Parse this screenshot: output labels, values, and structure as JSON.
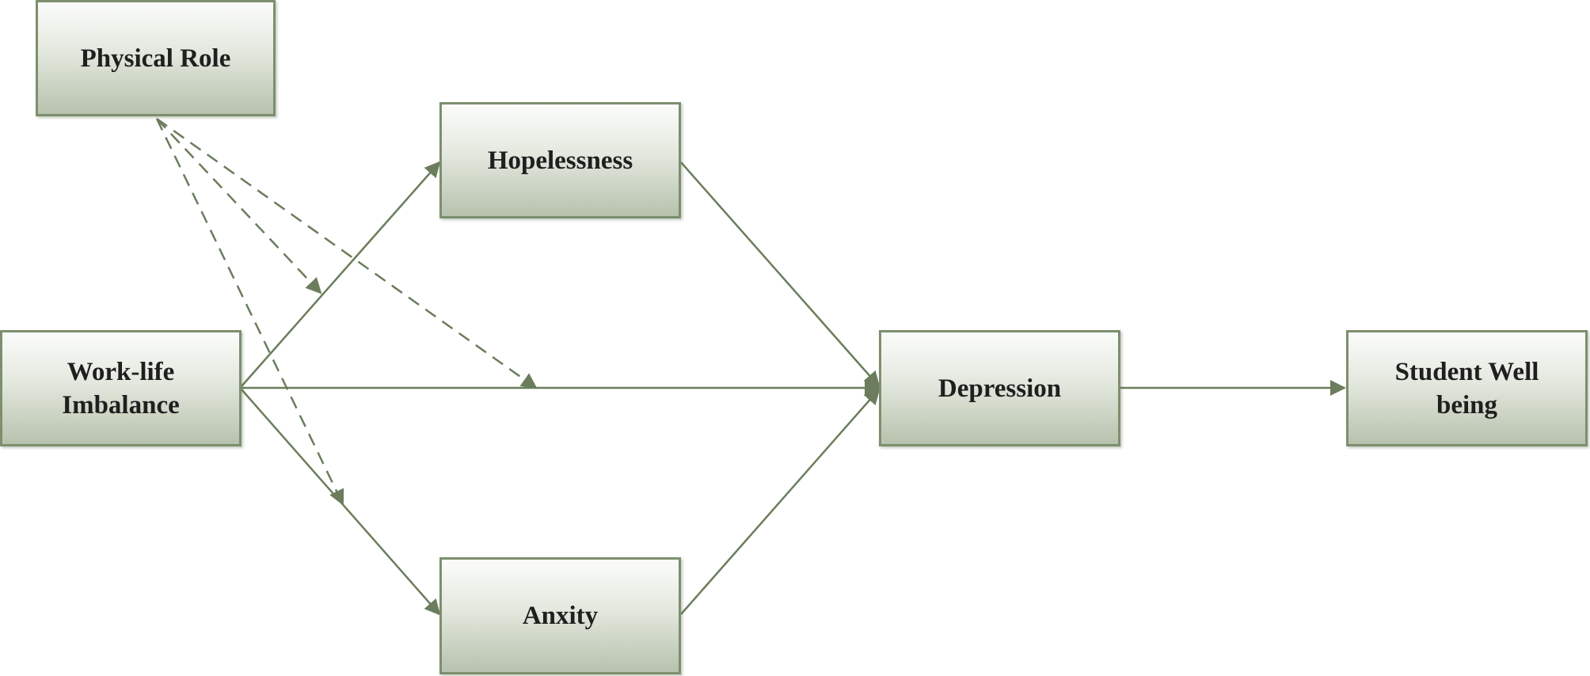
{
  "diagram": {
    "nodes": {
      "physical_role": "Physical Role",
      "hopelessness": "Hopelessness",
      "work_life_imbalance": "Work-life\nImbalance",
      "depression": "Depression",
      "student_well_being": "Student Well\nbeing",
      "anxiety": "Anxity"
    },
    "edges": [
      {
        "from": "work_life_imbalance",
        "to": "hopelessness",
        "style": "solid"
      },
      {
        "from": "work_life_imbalance",
        "to": "depression",
        "style": "solid"
      },
      {
        "from": "work_life_imbalance",
        "to": "anxiety",
        "style": "solid"
      },
      {
        "from": "hopelessness",
        "to": "depression",
        "style": "solid"
      },
      {
        "from": "anxiety",
        "to": "depression",
        "style": "solid"
      },
      {
        "from": "depression",
        "to": "student_well_being",
        "style": "solid"
      },
      {
        "from": "physical_role",
        "to": "work_life_imbalance -> hopelessness",
        "style": "dashed"
      },
      {
        "from": "physical_role",
        "to": "work_life_imbalance -> depression",
        "style": "dashed"
      },
      {
        "from": "physical_role",
        "to": "work_life_imbalance -> anxiety",
        "style": "dashed"
      }
    ],
    "colors": {
      "line": "#6b7d5c",
      "border": "#7d8f6e"
    }
  }
}
